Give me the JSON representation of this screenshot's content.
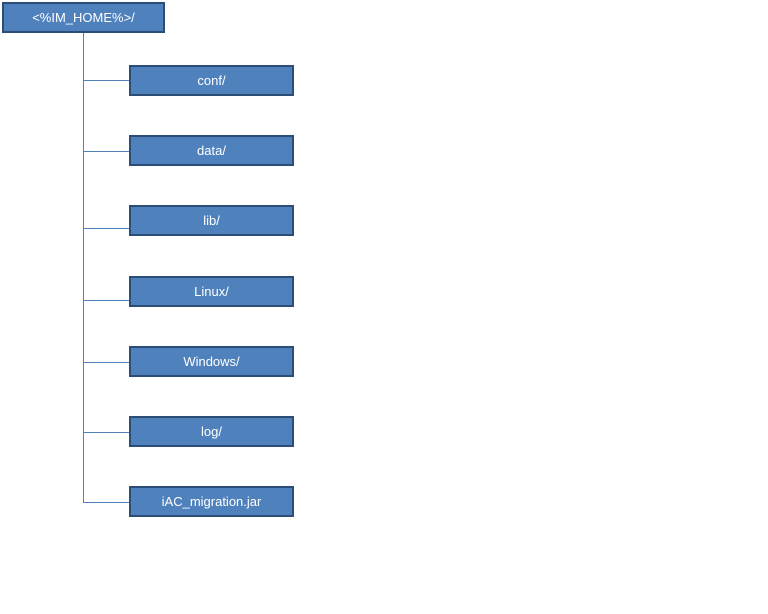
{
  "root": {
    "label": "<%IM_HOME%>/"
  },
  "children": [
    {
      "label": "conf/"
    },
    {
      "label": "data/"
    },
    {
      "label": "lib/"
    },
    {
      "label": "Linux/"
    },
    {
      "label": "Windows/"
    },
    {
      "label": "log/"
    },
    {
      "label": "iAC_migration.jar"
    }
  ],
  "colors": {
    "node_fill": "#4f81bd",
    "node_border": "#2c4d75",
    "node_text": "#ffffff",
    "connector": "#4f81bd"
  }
}
